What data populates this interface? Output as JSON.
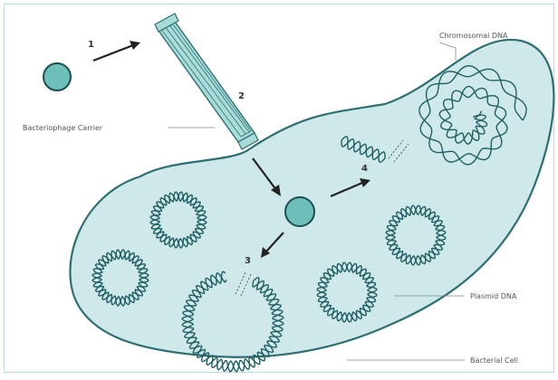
{
  "labels": {
    "chromosomal_dna": "Chromosomal DNA",
    "bacteriophage_carrier": "Bacteriophage Carrier",
    "plasmid_dna": "Plasmid DNA",
    "bacterial_cell": "Bacterial Cell"
  },
  "steps": [
    "1",
    "2",
    "3",
    "4"
  ],
  "colors": {
    "cell_fill": "#cfe9ea",
    "cell_outline": "#2d6f73",
    "dna_strand": "#1f5f63",
    "particle_fill": "#6ebfb9"
  }
}
